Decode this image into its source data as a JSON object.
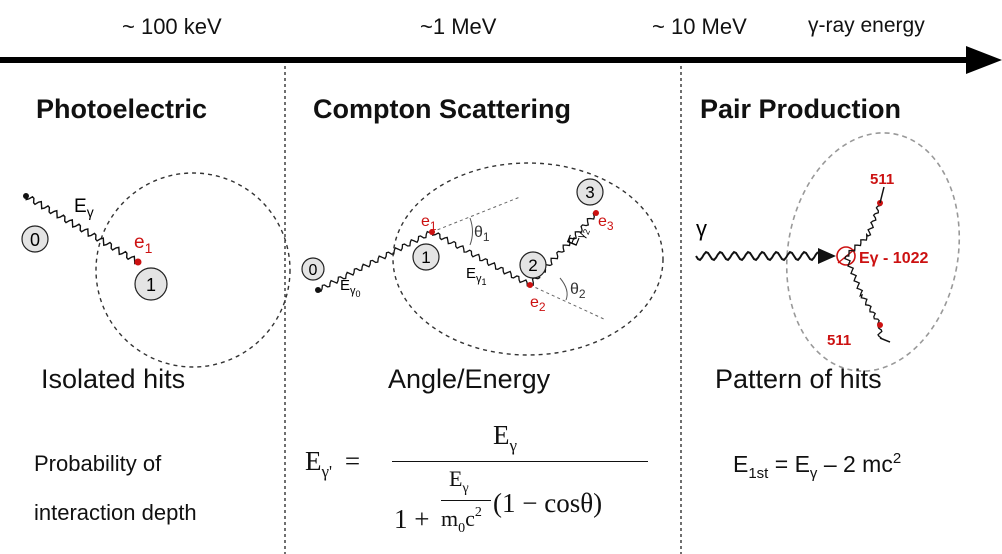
{
  "energy_scale": {
    "marks": [
      "~ 100 keV",
      "~1 MeV",
      "~ 10 MeV"
    ],
    "axis_label": "γ-ray energy"
  },
  "photoelectric": {
    "title": "Photoelectric",
    "photon_label": "E",
    "photon_sub": "γ",
    "electron_label": "e",
    "electron_sub": "1",
    "nodes": [
      "0",
      "1"
    ],
    "caption": "Isolated hits",
    "note_line1": "Probability of",
    "note_line2": "interaction depth"
  },
  "compton": {
    "title": "Compton Scattering",
    "nodes": [
      "0",
      "1",
      "2",
      "3"
    ],
    "photon_labels": [
      {
        "main": "E",
        "sub": "γ",
        "sub2": "0"
      },
      {
        "main": "E",
        "sub": "γ",
        "sub2": "1"
      },
      {
        "main": "E",
        "sub": "γ",
        "sub2": "2"
      }
    ],
    "electron_labels": [
      {
        "main": "e",
        "sub": "1"
      },
      {
        "main": "e",
        "sub": "2"
      },
      {
        "main": "e",
        "sub": "3"
      }
    ],
    "angle_labels": [
      {
        "main": "θ",
        "sub": "1"
      },
      {
        "main": "θ",
        "sub": "2"
      }
    ],
    "caption": "Angle/Energy",
    "formula": {
      "lhs_main": "E",
      "lhs_sub": "γ'",
      "equals": "=",
      "num_main": "E",
      "num_sub": "γ",
      "den_one": "1 +",
      "inner_num_main": "E",
      "inner_num_sub": "γ",
      "inner_den_main": "m",
      "inner_den_sub": "0",
      "inner_den_rest": "c",
      "inner_den_sup": "2",
      "tail": "(1 − cosθ)"
    }
  },
  "pair": {
    "title": "Pair Production",
    "gamma_label": "γ",
    "vertex_label": "Eγ - 1022",
    "annihilation_top": "511",
    "annihilation_bottom": "511",
    "caption": "Pattern of hits",
    "formula": {
      "lhs_main": "E",
      "lhs_sub": "1st",
      "equals": "=",
      "rhs_main": "E",
      "rhs_sub": "γ",
      "rhs_rest": "– 2 mc",
      "rhs_sup": "2"
    }
  },
  "colors": {
    "electron_red": "#cc1111",
    "node_fill": "#e4e4e4",
    "line": "#111111",
    "dashed": "#444444",
    "pair_ellipse": "#999999"
  }
}
